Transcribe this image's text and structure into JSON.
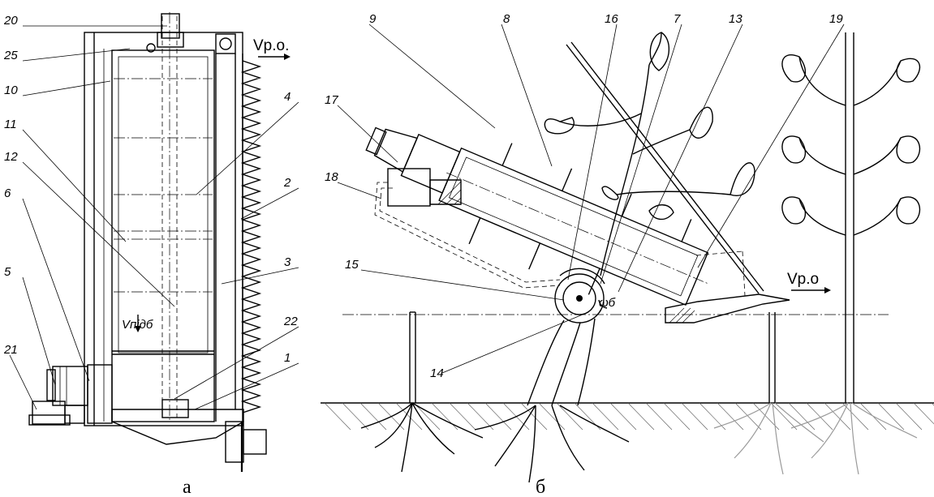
{
  "panels": {
    "left_label": "а",
    "right_label": "б"
  },
  "velocity_labels": {
    "left_travel": "Vр.о.",
    "right_travel": "Vр.о",
    "feed": "Vпідб"
  },
  "callouts_left": [
    "20",
    "25",
    "10",
    "11",
    "12",
    "6",
    "5",
    "21",
    "4",
    "2",
    "3",
    "22",
    "1"
  ],
  "callouts_right": [
    "17",
    "18",
    "9",
    "8",
    "16",
    "7",
    "13",
    "19",
    "15",
    "14"
  ],
  "omega_label": "ωб"
}
